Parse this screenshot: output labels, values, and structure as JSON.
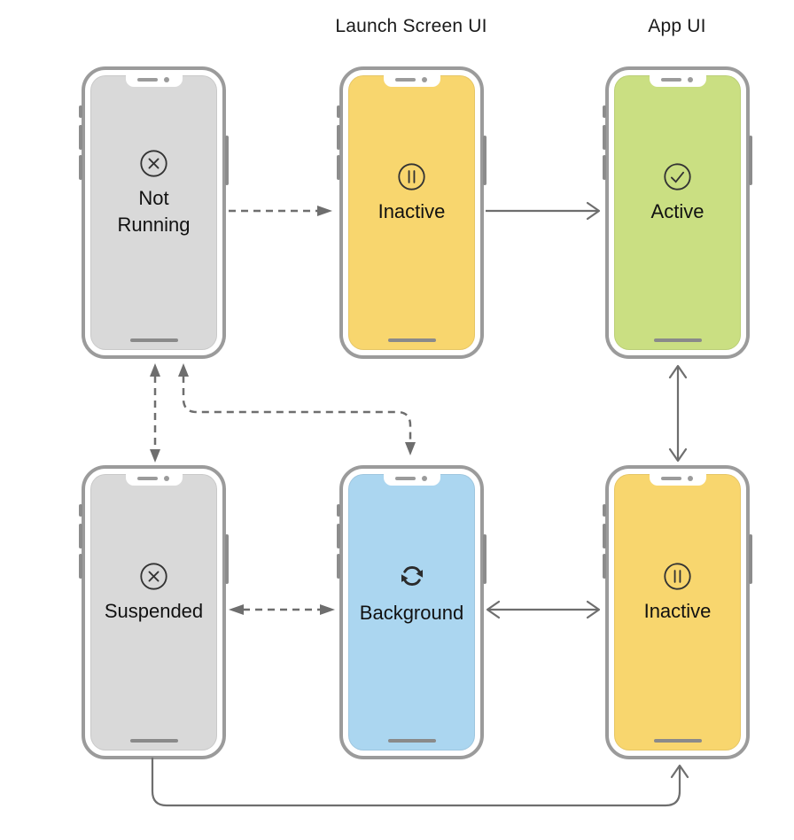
{
  "diagram": {
    "title_labels": {
      "launch_screen": "Launch Screen UI",
      "app_ui": "App UI"
    },
    "phones": [
      {
        "state": "Not Running",
        "icon": "x-circle-icon",
        "screen_color": "#D9D9D9"
      },
      {
        "state": "Inactive",
        "icon": "pause-circle-icon",
        "screen_color": "#F8D66E"
      },
      {
        "state": "Active",
        "icon": "check-circle-icon",
        "screen_color": "#CADF82"
      },
      {
        "state": "Suspended",
        "icon": "x-circle-icon",
        "screen_color": "#D9D9D9"
      },
      {
        "state": "Background",
        "icon": "refresh-icon",
        "screen_color": "#ABD6F0"
      },
      {
        "state": "Inactive",
        "icon": "pause-circle-icon",
        "screen_color": "#F8D66E"
      }
    ],
    "transitions": [
      {
        "from": "Not Running",
        "to": "Inactive (launch)",
        "style": "dashed",
        "heads": "end"
      },
      {
        "from": "Inactive (launch)",
        "to": "Active",
        "style": "solid",
        "heads": "end"
      },
      {
        "from": "Not Running",
        "to": "Suspended",
        "style": "dashed",
        "heads": "both"
      },
      {
        "from": "Not Running",
        "to": "Background",
        "style": "dashed",
        "heads": "both"
      },
      {
        "from": "Active",
        "to": "Inactive (bottom)",
        "style": "solid",
        "heads": "both"
      },
      {
        "from": "Suspended",
        "to": "Background",
        "style": "dashed",
        "heads": "both"
      },
      {
        "from": "Background",
        "to": "Inactive (bottom)",
        "style": "solid",
        "heads": "both"
      },
      {
        "from": "Suspended",
        "to": "Inactive (bottom)",
        "style": "solid",
        "heads": "end"
      }
    ],
    "colors": {
      "frame_gray": "#9B9B9B",
      "side_button_gray": "#8C8C8C",
      "home_indicator_gray": "#8A8A8A",
      "arrow_gray": "#6E6E6E",
      "icon_stroke": "#333333",
      "label_text": "#111111",
      "screen_gray": "#D9D9D9",
      "screen_yellow": "#F8D66E",
      "screen_green": "#CADF82",
      "screen_blue": "#ABD6F0",
      "page_background": "#FFFFFF"
    }
  }
}
